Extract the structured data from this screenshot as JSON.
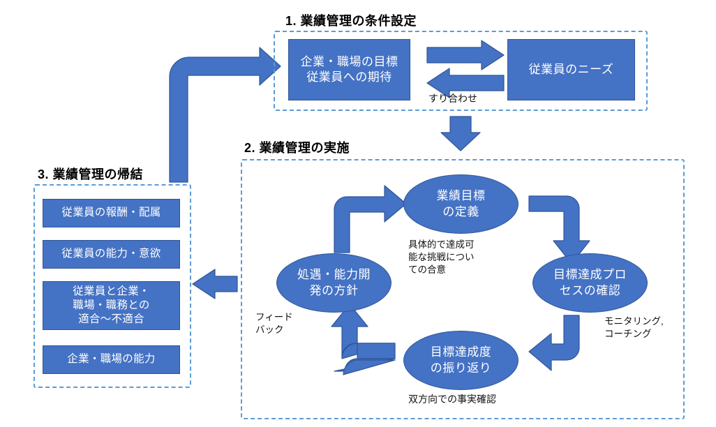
{
  "meta": {
    "title": "業績管理サイクル図",
    "accent_box": "#4472C4",
    "accent_stroke": "#2F5597",
    "frame_dash": "#5B9BD5",
    "arrow_fill": "#4472C4",
    "arrow_stroke": "#2F5597",
    "background": "#FFFFFF"
  },
  "sections": {
    "s1": {
      "heading": "1. 業績管理の条件設定"
    },
    "s2": {
      "heading": "2. 業績管理の実施"
    },
    "s3": {
      "heading": "3. 業績管理の帰結"
    }
  },
  "section1": {
    "boxes": [
      {
        "name": "company-goal-box",
        "text": "企業・職場の目標\n従業員への期待"
      },
      {
        "name": "employee-needs-box",
        "text": "従業員のニーズ"
      }
    ],
    "exchange_label": "すり合わせ",
    "arrows": [
      {
        "name": "arrow-right-exchange",
        "direction": "right"
      },
      {
        "name": "arrow-left-exchange",
        "direction": "left"
      }
    ]
  },
  "section2": {
    "cycle": [
      {
        "name": "cycle-node-define-goal",
        "text": "業績目標\nの定義",
        "position": "top"
      },
      {
        "name": "cycle-node-process-check",
        "text": "目標達成プロ\nセスの確認",
        "position": "right"
      },
      {
        "name": "cycle-node-review",
        "text": "目標達成度\nの振り返り",
        "position": "bottom"
      },
      {
        "name": "cycle-node-development-policy",
        "text": "処遇・能力開\n発の方針",
        "position": "left"
      }
    ],
    "notes": [
      {
        "name": "note-agreement",
        "text": "具体的で達成可\n能な挑戦につい\nての合意"
      },
      {
        "name": "note-monitoring",
        "text": "モニタリング,\nコーチング"
      },
      {
        "name": "note-fact-check",
        "text": "双方向での事実確認"
      },
      {
        "name": "note-feedback",
        "text": "フィードバック",
        "text_wrapped": "フィード\nバック"
      }
    ]
  },
  "section3": {
    "boxes": [
      {
        "name": "outcome-box-reward",
        "text": "従業員の報酬・配属"
      },
      {
        "name": "outcome-box-ability",
        "text": "従業員の能力・意欲"
      },
      {
        "name": "outcome-box-fit",
        "text": "従業員と企業・\n職場・職務との\n適合〜不適合"
      },
      {
        "name": "outcome-box-org-capability",
        "text": "企業・職場の能力"
      }
    ]
  },
  "connectors": [
    {
      "name": "connector-down-s1-to-s2",
      "shape": "straight-down-arrow"
    },
    {
      "name": "connector-left-s2-to-s3",
      "shape": "straight-left-arrow"
    },
    {
      "name": "connector-elbow-s3-to-s1",
      "shape": "elbow-up-right-arrow"
    },
    {
      "name": "cycle-arrow-left-to-top",
      "shape": "elbow-up-right-arrow"
    },
    {
      "name": "cycle-arrow-top-to-right",
      "shape": "elbow-right-down-arrow"
    },
    {
      "name": "cycle-arrow-right-to-bottom",
      "shape": "elbow-down-left-arrow"
    },
    {
      "name": "cycle-arrow-bottom-to-left",
      "shape": "elbow-left-up-arrow"
    }
  ]
}
